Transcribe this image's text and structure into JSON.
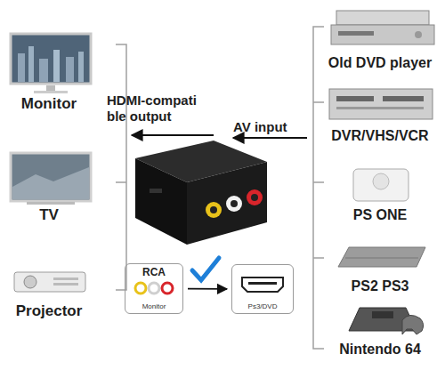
{
  "diagram": {
    "nodes": [
      {
        "text": [
          "RCA",
          "Monitor"
        ]
      },
      {
        "text": [
          "Ps3/DVD"
        ]
      }
    ],
    "edges": [
      {
        "from": 0,
        "to": 1,
        "arrow": "to"
      }
    ],
    "labels": [
      "Monitor",
      "TV",
      "Projector",
      "HDMI-compati ble output",
      "AV input",
      "Old DVD player",
      "DVR/VHS/VCR",
      "PS ONE",
      "PS2 PS3",
      "Nintendo 64"
    ]
  }
}
